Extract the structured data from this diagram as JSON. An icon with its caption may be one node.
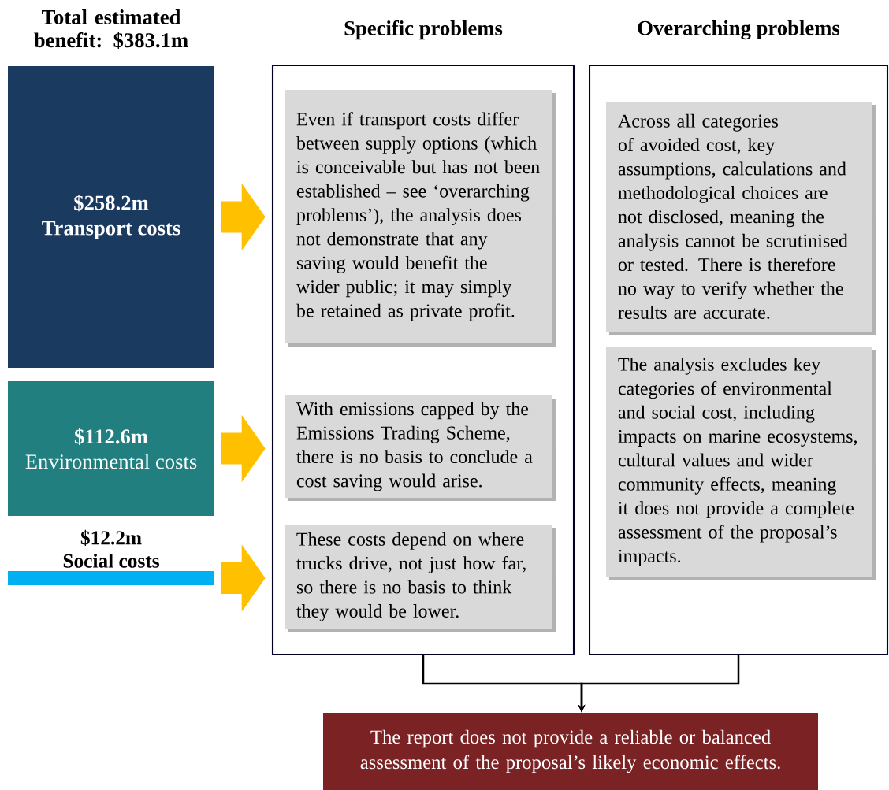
{
  "diagram": {
    "nodes": [
      {
        "text": [
          "$258.2m",
          "Transport costs"
        ]
      },
      {
        "text": [
          "$112.6m",
          "Environmental costs"
        ]
      },
      {
        "text": [
          "$12.2m",
          "Social costs"
        ]
      },
      {
        "text": [
          "Specific problems"
        ]
      },
      {
        "text": [
          "Even if transport costs differ between supply options (which is conceivable but has not been established – see ‘overarching problems’), the analysis does not demonstrate that any saving would benefit the wider public; it may simply be retained as private profit."
        ],
        "in": 3
      },
      {
        "text": [
          "With emissions capped by the Emissions Trading Scheme, there is no basis to conclude a cost saving would arise."
        ],
        "in": 3
      },
      {
        "text": [
          "These costs depend on where trucks drive, not just how far, so there is no basis to think they would be lower."
        ],
        "in": 3
      },
      {
        "text": [
          "Overarching problems"
        ]
      },
      {
        "text": [
          "Across all categories of avoided cost, key assumptions, calculations and methodological choices are not disclosed, meaning the analysis cannot be scrutinised or tested. There is therefore no way to verify whether the results are accurate."
        ],
        "in": 7
      },
      {
        "text": [
          "The analysis excludes key categories of environmental and social cost, including impacts on marine ecosystems, cultural values and wider community effects, meaning it does not provide a complete assessment of the proposal’s impacts."
        ],
        "in": 7
      },
      {
        "text": [
          "The report does not provide a reliable or balanced assessment of the proposal’s likely economic effects."
        ]
      }
    ],
    "edges": [
      {
        "from": 0,
        "to": 4,
        "arrow": "to"
      },
      {
        "from": 1,
        "to": 5,
        "arrow": "to"
      },
      {
        "from": 2,
        "to": 6,
        "arrow": "to"
      },
      {
        "from": 3,
        "to": 10,
        "arrow": "to",
        "color": "#000000"
      },
      {
        "from": 7,
        "to": 10,
        "arrow": "to",
        "color": "#000000"
      }
    ],
    "labels": [
      "Total estimated benefit: $383.1m"
    ]
  }
}
